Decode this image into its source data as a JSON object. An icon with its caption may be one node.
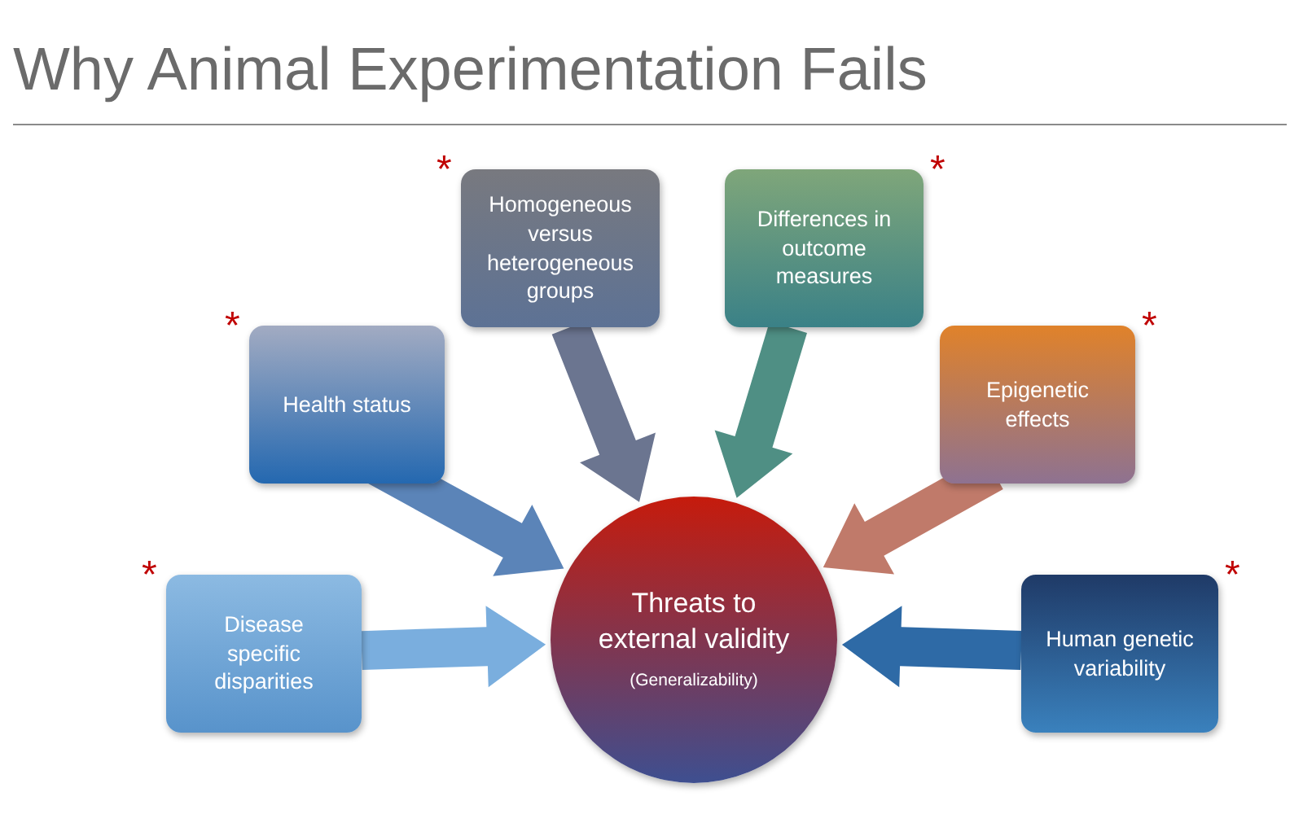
{
  "diagram": {
    "title": "Why Animal Experimentation Fails",
    "nodes": [
      {
        "text": [
          "Threats to external validity",
          "(Generalizability)"
        ]
      },
      {
        "text": [
          "Disease specific disparities"
        ],
        "beside": [
          "*"
        ]
      },
      {
        "text": [
          "Health status"
        ],
        "beside": [
          "*"
        ]
      },
      {
        "text": [
          "Homogeneous versus heterogeneous groups"
        ],
        "beside": [
          "*"
        ]
      },
      {
        "text": [
          "Differences in outcome measures"
        ],
        "beside": [
          "*"
        ]
      },
      {
        "text": [
          "Epigenetic effects"
        ],
        "beside": [
          "*"
        ]
      },
      {
        "text": [
          "Human genetic variability"
        ],
        "beside": [
          "*"
        ]
      }
    ],
    "edges": [
      {
        "from": 1,
        "to": 0,
        "arrow": "to",
        "style": "thick",
        "color": "#7aaede"
      },
      {
        "from": 2,
        "to": 0,
        "arrow": "to",
        "style": "thick",
        "color": "#5b84b8"
      },
      {
        "from": 3,
        "to": 0,
        "arrow": "to",
        "style": "thick",
        "color": "#6b7590"
      },
      {
        "from": 4,
        "to": 0,
        "arrow": "to",
        "style": "thick",
        "color": "#4f8f84"
      },
      {
        "from": 5,
        "to": 0,
        "arrow": "to",
        "style": "thick",
        "color": "#c07a6a"
      },
      {
        "from": 6,
        "to": 0,
        "arrow": "to",
        "style": "thick",
        "color": "#2e6aa6"
      }
    ]
  }
}
